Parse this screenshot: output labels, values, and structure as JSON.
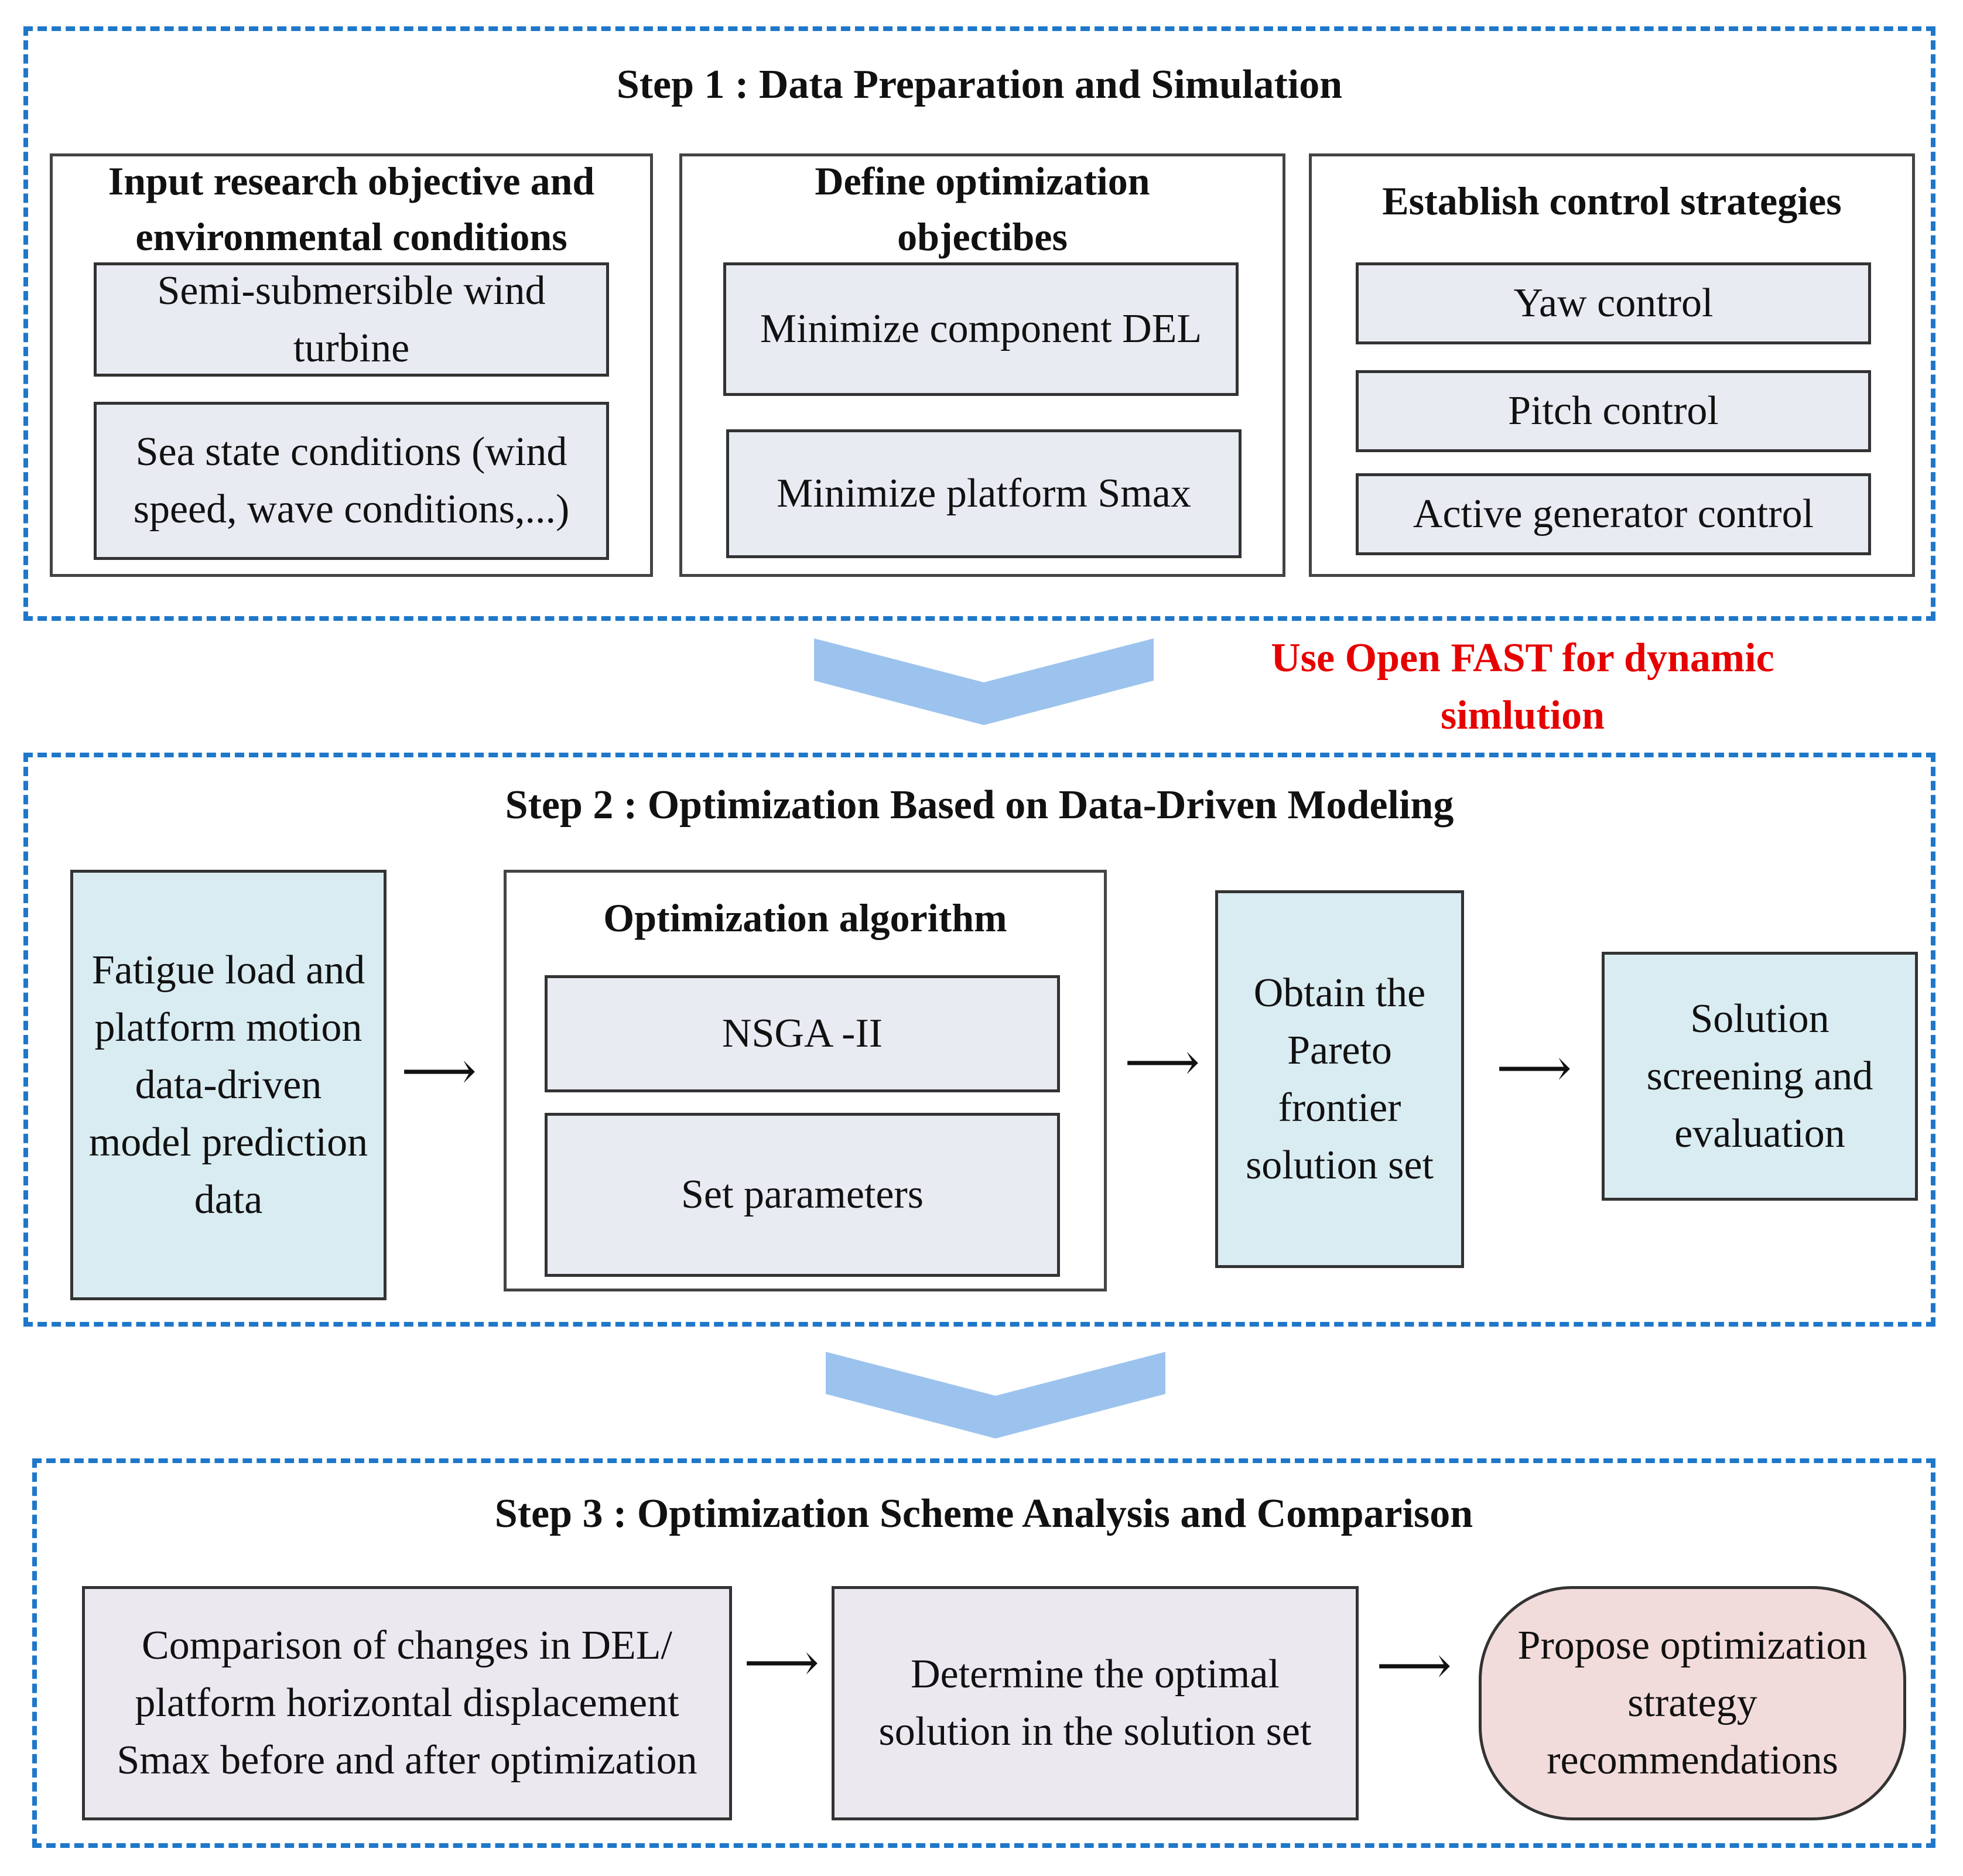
{
  "step1": {
    "title": "Step 1 : Data Preparation and Simulation",
    "group1": {
      "title": "Input research objective and environmental conditions",
      "box1": "Semi-submersible wind turbine",
      "box2": "Sea state conditions (wind speed, wave conditions,...)"
    },
    "group2": {
      "title": "Define optimization objectibes",
      "box1": "Minimize component DEL",
      "box2": "Minimize platform Smax"
    },
    "group3": {
      "title": "Establish control strategies",
      "box1": "Yaw control",
      "box2": "Pitch control",
      "box3": "Active generator control"
    }
  },
  "transition1_note": "Use Open FAST for dynamic simlution",
  "step2": {
    "title": "Step 2 : Optimization Based on Data-Driven Modeling",
    "input_box": "Fatigue load and platform motion data-driven model prediction data",
    "algorithm": {
      "title": "Optimization algorithm",
      "box1": "NSGA -II",
      "box2": "Set parameters"
    },
    "pareto_box": "Obtain the Pareto frontier solution set",
    "screening_box": "Solution screening and evaluation"
  },
  "step3": {
    "title": "Step 3 : Optimization Scheme Analysis and Comparison",
    "box1": "Comparison of changes in DEL/ platform horizontal displacement Smax before and after optimization",
    "box2": "Determine the optimal solution in the solution set",
    "box3": "Propose optimization strategy recommendations"
  },
  "colors": {
    "dash_border": "#1f77c9",
    "chevron": "#9cc3ee",
    "note_text": "#e60000"
  }
}
